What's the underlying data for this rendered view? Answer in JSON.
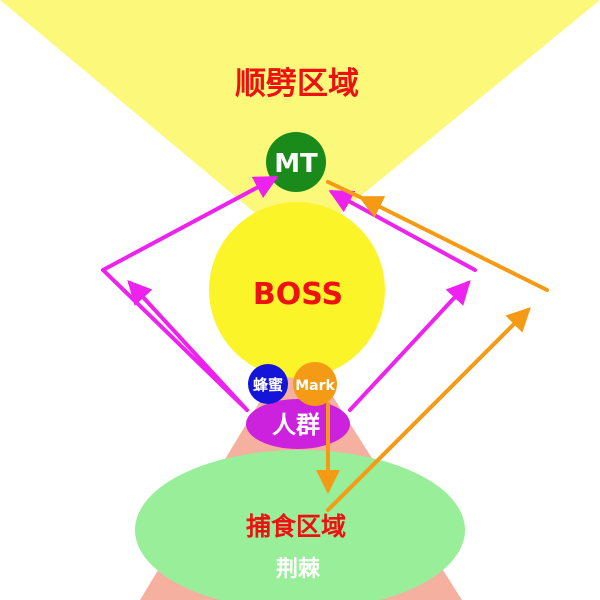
{
  "colors": {
    "cleave_zone": "#fcf87a",
    "boss": "#fbf428",
    "mt": "#1a8a1a",
    "honey": "#1515d9",
    "mark": "#f59a14",
    "group": "#cc22dd",
    "capture_zone": "#99ee99",
    "thorn_cone": "#f6b0a0",
    "magenta_arrow": "#ee22ee",
    "orange_arrow": "#f59a14",
    "red_text": "#ee1111",
    "white_text": "#ffffff"
  },
  "labels": {
    "cleave_zone": "顺劈区域",
    "mt": "MT",
    "boss": "BOSS",
    "honey": "蜂蜜",
    "mark": "Mark",
    "group": "人群",
    "capture_zone": "捕食区域",
    "thorns": "荆棘"
  }
}
